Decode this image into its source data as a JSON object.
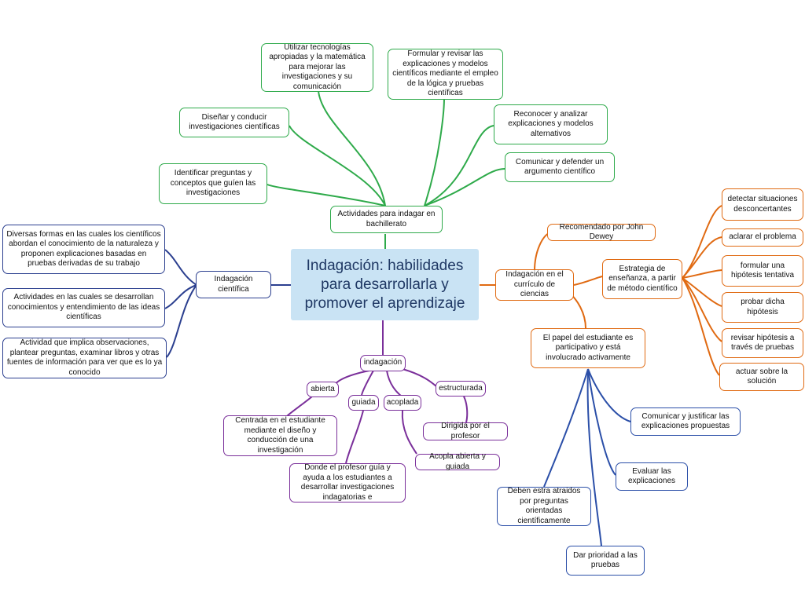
{
  "central": "Indagación: habilidades para desarrollarla y promover el aprendizaje",
  "green": {
    "hub": "Actividades para indagar en bachillerato",
    "items": [
      "Utilizar tecnologías apropiadas y la matemática para mejorar las investigaciones y su comunicación",
      "Formular y revisar las explicaciones y modelos científicos mediante el empleo de la lógica y pruebas científicas",
      "Diseñar y conducir investigaciones científicas",
      "Reconocer y analizar explicaciones y modelos alternativos",
      "Identificar preguntas y conceptos que guíen las investigaciones",
      "Comunicar y defender un argumento científico"
    ]
  },
  "navy": {
    "hub": "Indagación científica",
    "items": [
      "Diversas formas en las cuales los científicos abordan el conocimiento de la naturaleza y proponen explicaciones basadas en pruebas derivadas de su trabajo",
      "Actividades en las cuales se desarrollan conocimientos y entendimiento de las ideas científicas",
      "Actividad que implica observaciones, plantear preguntas, examinar libros y otras fuentes de información para ver que es lo ya conocido"
    ]
  },
  "purple": {
    "hub": "indagación",
    "types": [
      "abierta",
      "guiada",
      "acoplada",
      "estructurada"
    ],
    "descs": [
      "Centrada en el estudiante mediante el diseño y conducción de una investigación",
      "Donde el profesor guía y ayuda a los estudiantes a desarrollar investigaciones indagatorias e",
      "Acopla abierta y guiada",
      "Dirigida por el profesor"
    ]
  },
  "orange": {
    "hub": "Indagación en el currículo de ciencias",
    "dewey": "Recomendado por John Dewey",
    "strategy": "Estrategia de enseñanza, a partir de método científico",
    "steps": [
      "detectar situaciones desconcertantes",
      "aclarar el problema",
      "formular una hipótesis tentativa",
      "probar dicha hipótesis",
      "revisar hipótesis a través de pruebas",
      "actuar sobre la solución"
    ],
    "role": "El papel del estudiante es participativo y está involucrado activamente"
  },
  "blue": {
    "items": [
      "Comunicar y justificar las explicaciones propuestas",
      "Evaluar las explicaciones",
      "Deben estra atraidos por preguntas orientadas científicamente",
      "Dar prioridad a las pruebas"
    ]
  },
  "colors": {
    "green": "#2eaa4a",
    "navy": "#2b3f8f",
    "purple": "#7a2f9a",
    "orange": "#e06a12",
    "blue": "#2b4fa8",
    "central_bg": "#c9e3f4"
  }
}
